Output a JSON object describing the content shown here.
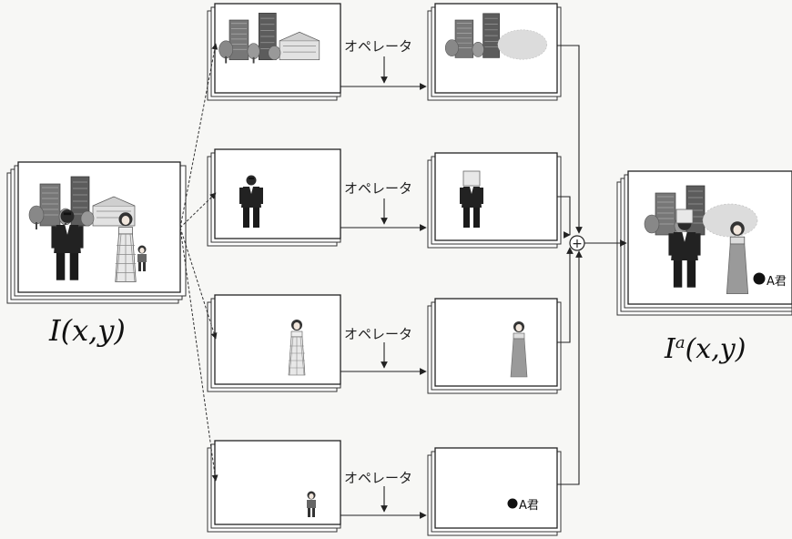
{
  "operator_label": "オペレータ",
  "input_formula": "I(x,y)",
  "output_formula_base": "I",
  "output_formula_sup": "a",
  "output_formula_args": "(x,y)",
  "sum_symbol": "+",
  "badge_text": "A君"
}
